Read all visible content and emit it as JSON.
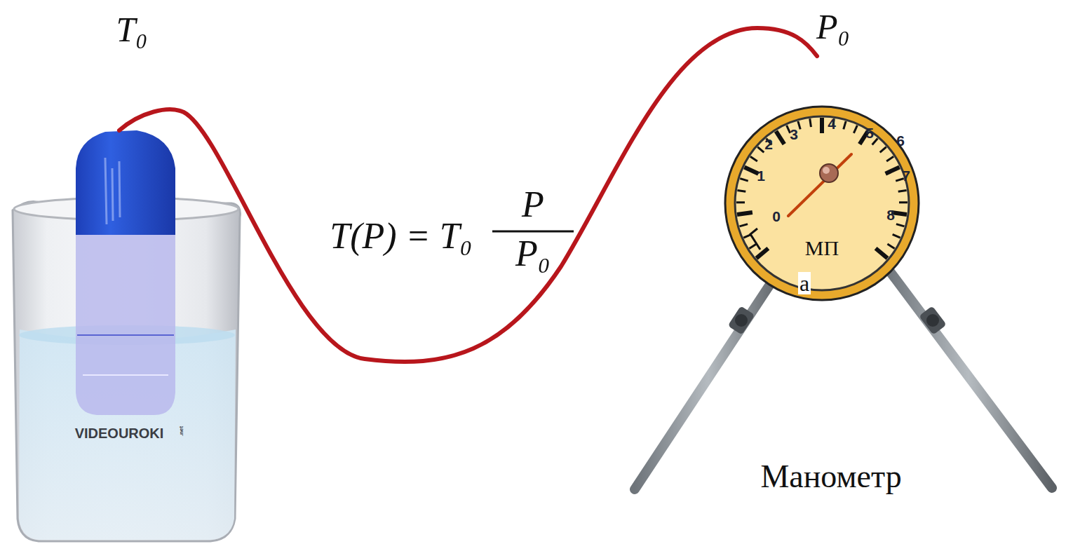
{
  "diagram": {
    "nodes": [
      {
        "text": [
          "0",
          "1",
          "2",
          "3",
          "4",
          "5",
          "6",
          "7",
          "8",
          "МП"
        ]
      }
    ],
    "labels": [
      "T₀",
      "P₀",
      "T(P) = T₀",
      "P",
      "P₀",
      "а",
      "Манометр",
      "VIDEOUROKI",
      ".net"
    ]
  }
}
